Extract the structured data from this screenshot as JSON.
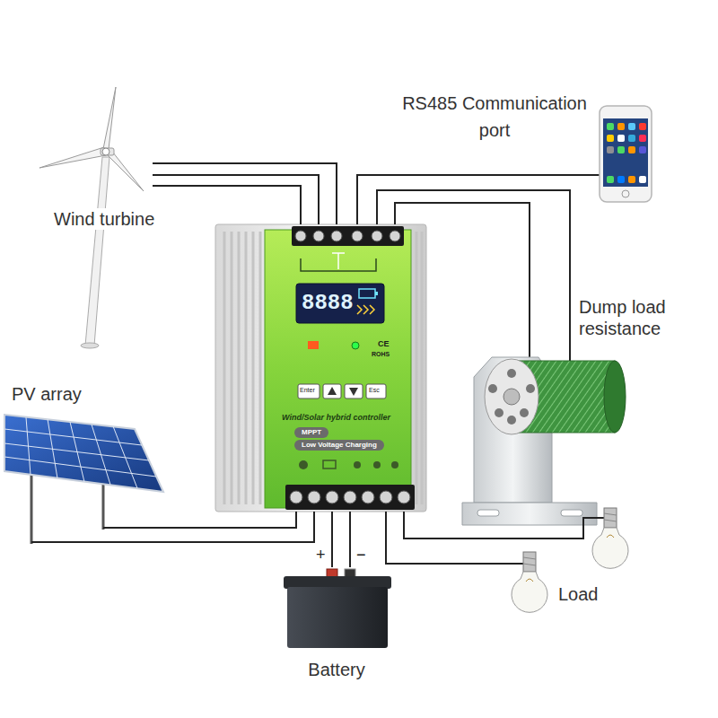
{
  "diagram": {
    "nodes": [
      {
        "text": [
          "Wind turbine"
        ]
      },
      {
        "text": [
          "RS485 Communication port"
        ]
      },
      {
        "text": [
          "Wind/Solar hybrid controller",
          "MPPT",
          "Low Voltage Charging"
        ]
      },
      {
        "text": [
          "Dump load resistance"
        ]
      },
      {
        "text": [
          "PV array"
        ]
      },
      {
        "text": [
          "Load"
        ]
      },
      {
        "text": [
          "Battery"
        ]
      }
    ],
    "edges": [
      {
        "from": 0,
        "to": 2,
        "arrow": "none"
      },
      {
        "from": 2,
        "to": 1,
        "arrow": "none"
      },
      {
        "from": 2,
        "to": 3,
        "arrow": "none"
      },
      {
        "from": 4,
        "to": 2,
        "arrow": "none"
      },
      {
        "from": 6,
        "to": 2,
        "arrow": "none"
      },
      {
        "from": 2,
        "to": 5,
        "arrow": "none"
      }
    ],
    "labels": [
      "8888",
      "CE",
      "ROHS",
      "Enter",
      "Esc",
      "+",
      "−"
    ]
  }
}
